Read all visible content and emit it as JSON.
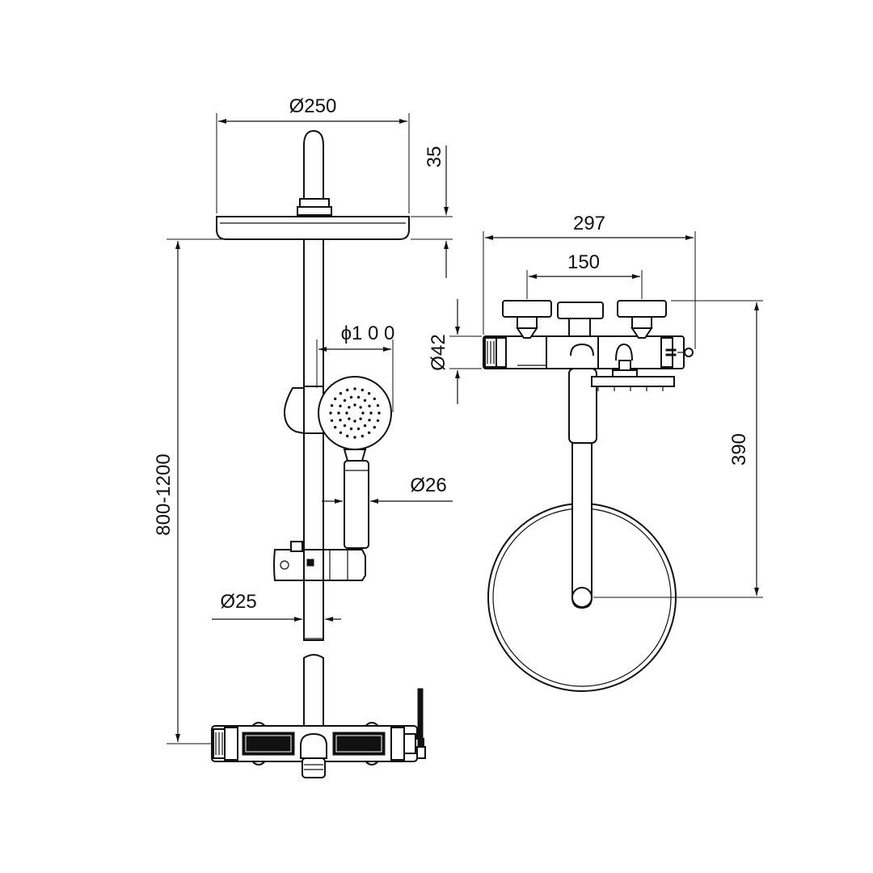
{
  "dimensions": {
    "head_diameter": "Ø250",
    "head_height": "35",
    "rail_length": "800-1200",
    "hand_shower_diameter": "ϕ1 0 0",
    "handle_diameter": "Ø26",
    "rail_diameter": "Ø25",
    "mixer_width": "297",
    "valve_centers": "150",
    "mixer_diameter": "Ø42",
    "arm_projection": "390"
  },
  "colors": {
    "line": "#111111",
    "background": "#ffffff"
  }
}
